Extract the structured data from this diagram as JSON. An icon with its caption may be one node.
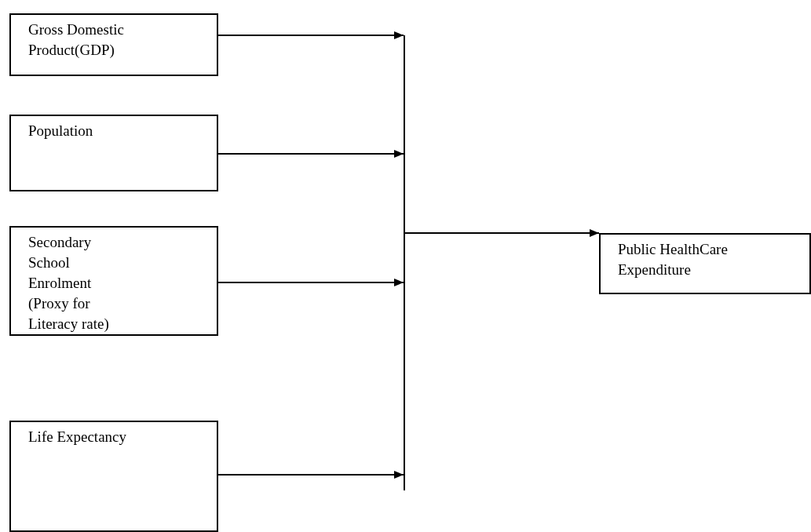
{
  "diagram": {
    "nodes": [
      {
        "text": [
          "Gross Domestic Product(GDP)"
        ]
      },
      {
        "text": [
          "Population"
        ]
      },
      {
        "text": [
          "Secondary School Enrolment (Proxy for Literacy rate)"
        ]
      },
      {
        "text": [
          "Life Expectancy"
        ]
      },
      {
        "text": [],
        "shape": "bar"
      },
      {
        "text": [
          "Public HealthCare Expenditure"
        ]
      }
    ],
    "edges": [
      {
        "from": 0,
        "to": 4,
        "arrow": "to"
      },
      {
        "from": 1,
        "to": 4,
        "arrow": "to"
      },
      {
        "from": 2,
        "to": 4,
        "arrow": "to"
      },
      {
        "from": 3,
        "to": 4,
        "arrow": "to"
      },
      {
        "from": 4,
        "to": 5,
        "arrow": "to"
      }
    ]
  }
}
